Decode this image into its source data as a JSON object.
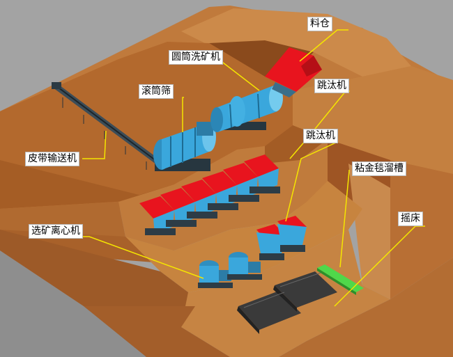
{
  "labels": {
    "hopper": "料仓",
    "drum_washer": "圆筒洗矿机",
    "trommel": "滚筒筛",
    "conveyor": "皮带输送机",
    "jig_upper": "跳汰机",
    "jig_lower": "跳汰机",
    "carpet_sluice": "粘金毯溜槽",
    "shaking_table": "摇床",
    "centrifuge": "选矿离心机"
  },
  "colors": {
    "earth": "#b0692f",
    "earth_dark": "#8d4f1f",
    "earth_light": "#c98a4e",
    "background": "#9a9a9a",
    "equipment_red": "#e8141e",
    "equipment_blue": "#3aa7dc",
    "callout_line": "#f5e600",
    "sluice_green": "#4fd84a",
    "table_dark": "#3a3a3a"
  }
}
